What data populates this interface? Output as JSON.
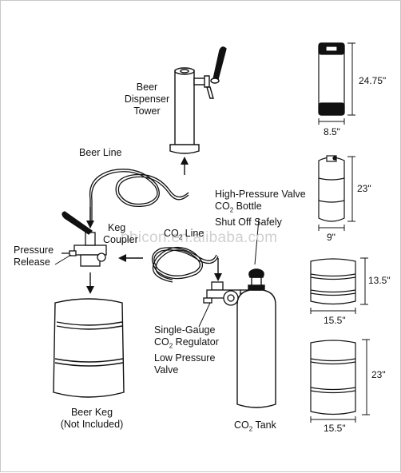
{
  "watermark": "phicon.en.alibaba.com",
  "labels": {
    "tower_line1": "Beer",
    "tower_line2": "Dispenser",
    "tower_line3": "Tower",
    "beer_line": "Beer Line",
    "coupler_line1": "Keg",
    "coupler_line2": "Coupler",
    "pressure_line1": "Pressure",
    "pressure_line2": "Release",
    "co2_line_prefix": "CO",
    "co2_line_sub": "2",
    "co2_line_suffix": " Line",
    "hp_line1": "High-Pressure Valve",
    "hp_line2_prefix": "CO",
    "hp_line2_sub": "2",
    "hp_line2_suffix": " Bottle",
    "hp_line3": "Shut Off Safely",
    "reg_line1": "Single-Gauge",
    "reg_line2_prefix": "CO",
    "reg_line2_sub": "2",
    "reg_line2_suffix": " Regulator",
    "reg_line3": "Low Pressure",
    "reg_line4": "Valve",
    "keg_line1": "Beer Keg",
    "keg_line2": "(Not Included)",
    "tank_prefix": "CO",
    "tank_sub": "2",
    "tank_suffix": " Tank"
  },
  "kegs": [
    {
      "height": "24.75\"",
      "width": "8.5\""
    },
    {
      "height": "23\"",
      "width": "9\""
    },
    {
      "height": "13.5\"",
      "width": "15.5\""
    },
    {
      "height": "23\"",
      "width": "15.5\""
    }
  ],
  "colors": {
    "line": "#111111",
    "keg_band": "#000000",
    "watermark": "#d0d0d0"
  }
}
